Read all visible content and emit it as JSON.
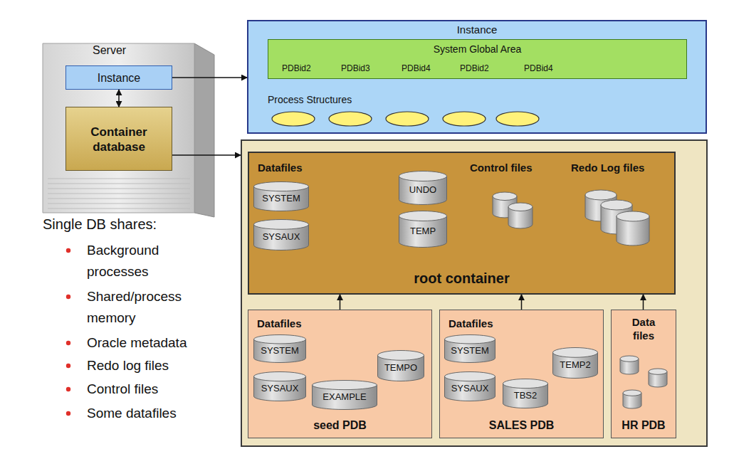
{
  "diagram": {
    "nodes": [
      {
        "text": [
          "Server"
        ]
      },
      {
        "text": [
          "Instance"
        ],
        "in": 0
      },
      {
        "text": [
          "Container database"
        ],
        "in": 0
      },
      {
        "text": [
          "Instance",
          "Process Structures"
        ]
      },
      {
        "text": [
          "System Global Area",
          "PDBid2",
          "PDBid3",
          "PDBid4",
          "PDBid2",
          "PDBid4"
        ],
        "in": 3
      },
      {
        "text": []
      },
      {
        "text": [
          "Datafiles",
          "Control files",
          "Redo Log files",
          "root container"
        ],
        "in": 5
      },
      {
        "text": [
          "SYSTEM"
        ],
        "in": 6
      },
      {
        "text": [
          "SYSAUX"
        ],
        "in": 6
      },
      {
        "text": [
          "UNDO"
        ],
        "in": 6
      },
      {
        "text": [
          "TEMP"
        ],
        "in": 6
      },
      {
        "text": [
          "Datafiles",
          "seed PDB"
        ],
        "in": 5
      },
      {
        "text": [
          "SYSTEM"
        ],
        "in": 11
      },
      {
        "text": [
          "SYSAUX"
        ],
        "in": 11
      },
      {
        "text": [
          "EXAMPLE"
        ],
        "in": 11
      },
      {
        "text": [
          "TEMPO"
        ],
        "in": 11
      },
      {
        "text": [
          "Datafiles",
          "SALES PDB"
        ],
        "in": 5
      },
      {
        "text": [
          "SYSTEM"
        ],
        "in": 16
      },
      {
        "text": [
          "SYSAUX"
        ],
        "in": 16
      },
      {
        "text": [
          "TBS2"
        ],
        "in": 16
      },
      {
        "text": [
          "TEMP2"
        ],
        "in": 16
      },
      {
        "text": [
          "Data files",
          "HR PDB"
        ],
        "in": 5
      }
    ],
    "edges": [
      {
        "from": 1,
        "to": 2,
        "arrow": "both"
      },
      {
        "from": 1,
        "to": 3,
        "arrow": "to"
      },
      {
        "from": 2,
        "to": 5,
        "arrow": "to"
      },
      {
        "from": 11,
        "to": 6,
        "arrow": "to"
      },
      {
        "from": 16,
        "to": 6,
        "arrow": "to"
      },
      {
        "from": 21,
        "to": 6,
        "arrow": "to"
      }
    ],
    "labels": [
      "Single DB shares:",
      "Background processes",
      "Shared/process memory",
      "Oracle metadata",
      "Redo log files",
      "Control files",
      "Some datafiles"
    ]
  }
}
